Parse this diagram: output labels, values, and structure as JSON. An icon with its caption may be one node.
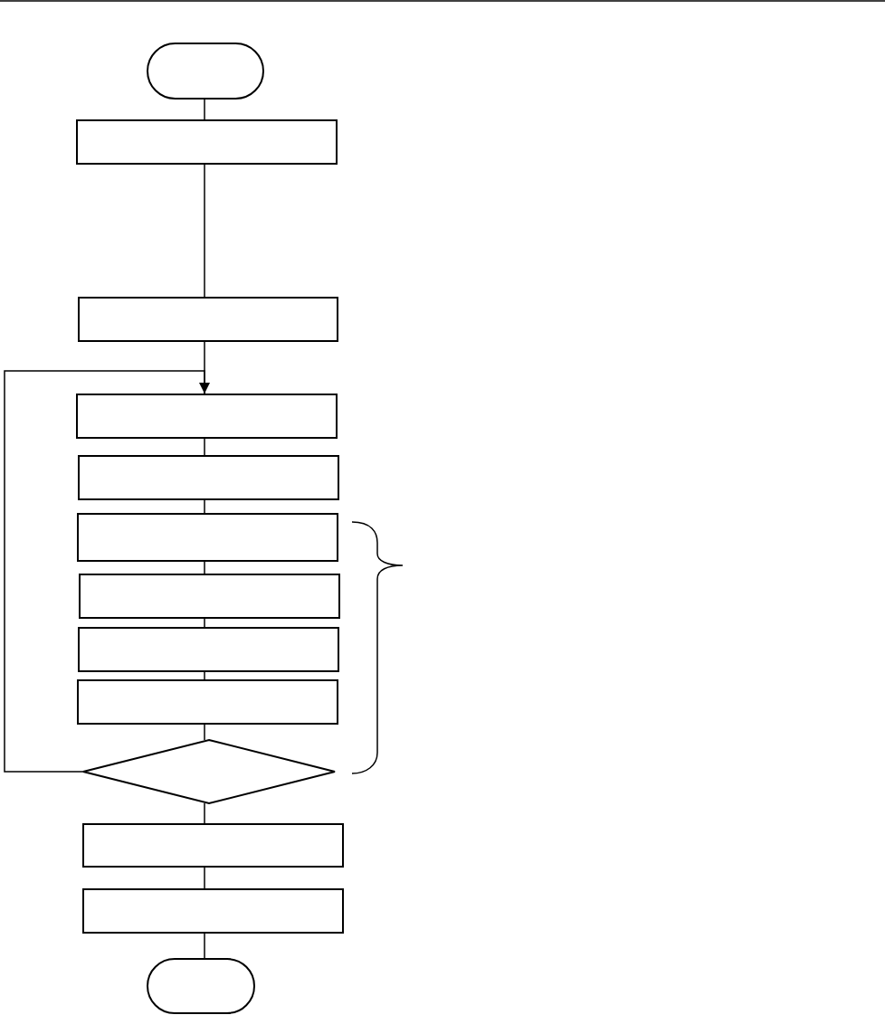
{
  "diagram": {
    "nodes": [
      {
        "text": [],
        "shape": "oval"
      },
      {
        "text": [],
        "shape": "box"
      },
      {
        "text": [],
        "shape": "box"
      },
      {
        "text": [],
        "shape": "box"
      },
      {
        "text": [],
        "shape": "box"
      },
      {
        "text": [],
        "shape": "box"
      },
      {
        "text": [],
        "shape": "box"
      },
      {
        "text": [],
        "shape": "box"
      },
      {
        "text": [],
        "shape": "box"
      },
      {
        "text": [],
        "shape": "diamond"
      },
      {
        "text": [],
        "shape": "box"
      },
      {
        "text": [],
        "shape": "box"
      },
      {
        "text": [],
        "shape": "oval"
      }
    ],
    "edges": [
      {
        "from": 0,
        "to": 1,
        "arrow": "none"
      },
      {
        "from": 1,
        "to": 2,
        "arrow": "none"
      },
      {
        "from": 2,
        "to": 3,
        "arrow": "none"
      },
      {
        "from": 3,
        "to": 4,
        "arrow": "none"
      },
      {
        "from": 4,
        "to": 5,
        "arrow": "none"
      },
      {
        "from": 5,
        "to": 6,
        "arrow": "none"
      },
      {
        "from": 6,
        "to": 7,
        "arrow": "none"
      },
      {
        "from": 7,
        "to": 8,
        "arrow": "none"
      },
      {
        "from": 8,
        "to": 9,
        "arrow": "none"
      },
      {
        "from": 9,
        "to": 10,
        "arrow": "none"
      },
      {
        "from": 10,
        "to": 11,
        "arrow": "none"
      },
      {
        "from": 11,
        "to": 12,
        "arrow": "none"
      },
      {
        "from": 9,
        "to": 3,
        "arrow": "to"
      }
    ]
  }
}
